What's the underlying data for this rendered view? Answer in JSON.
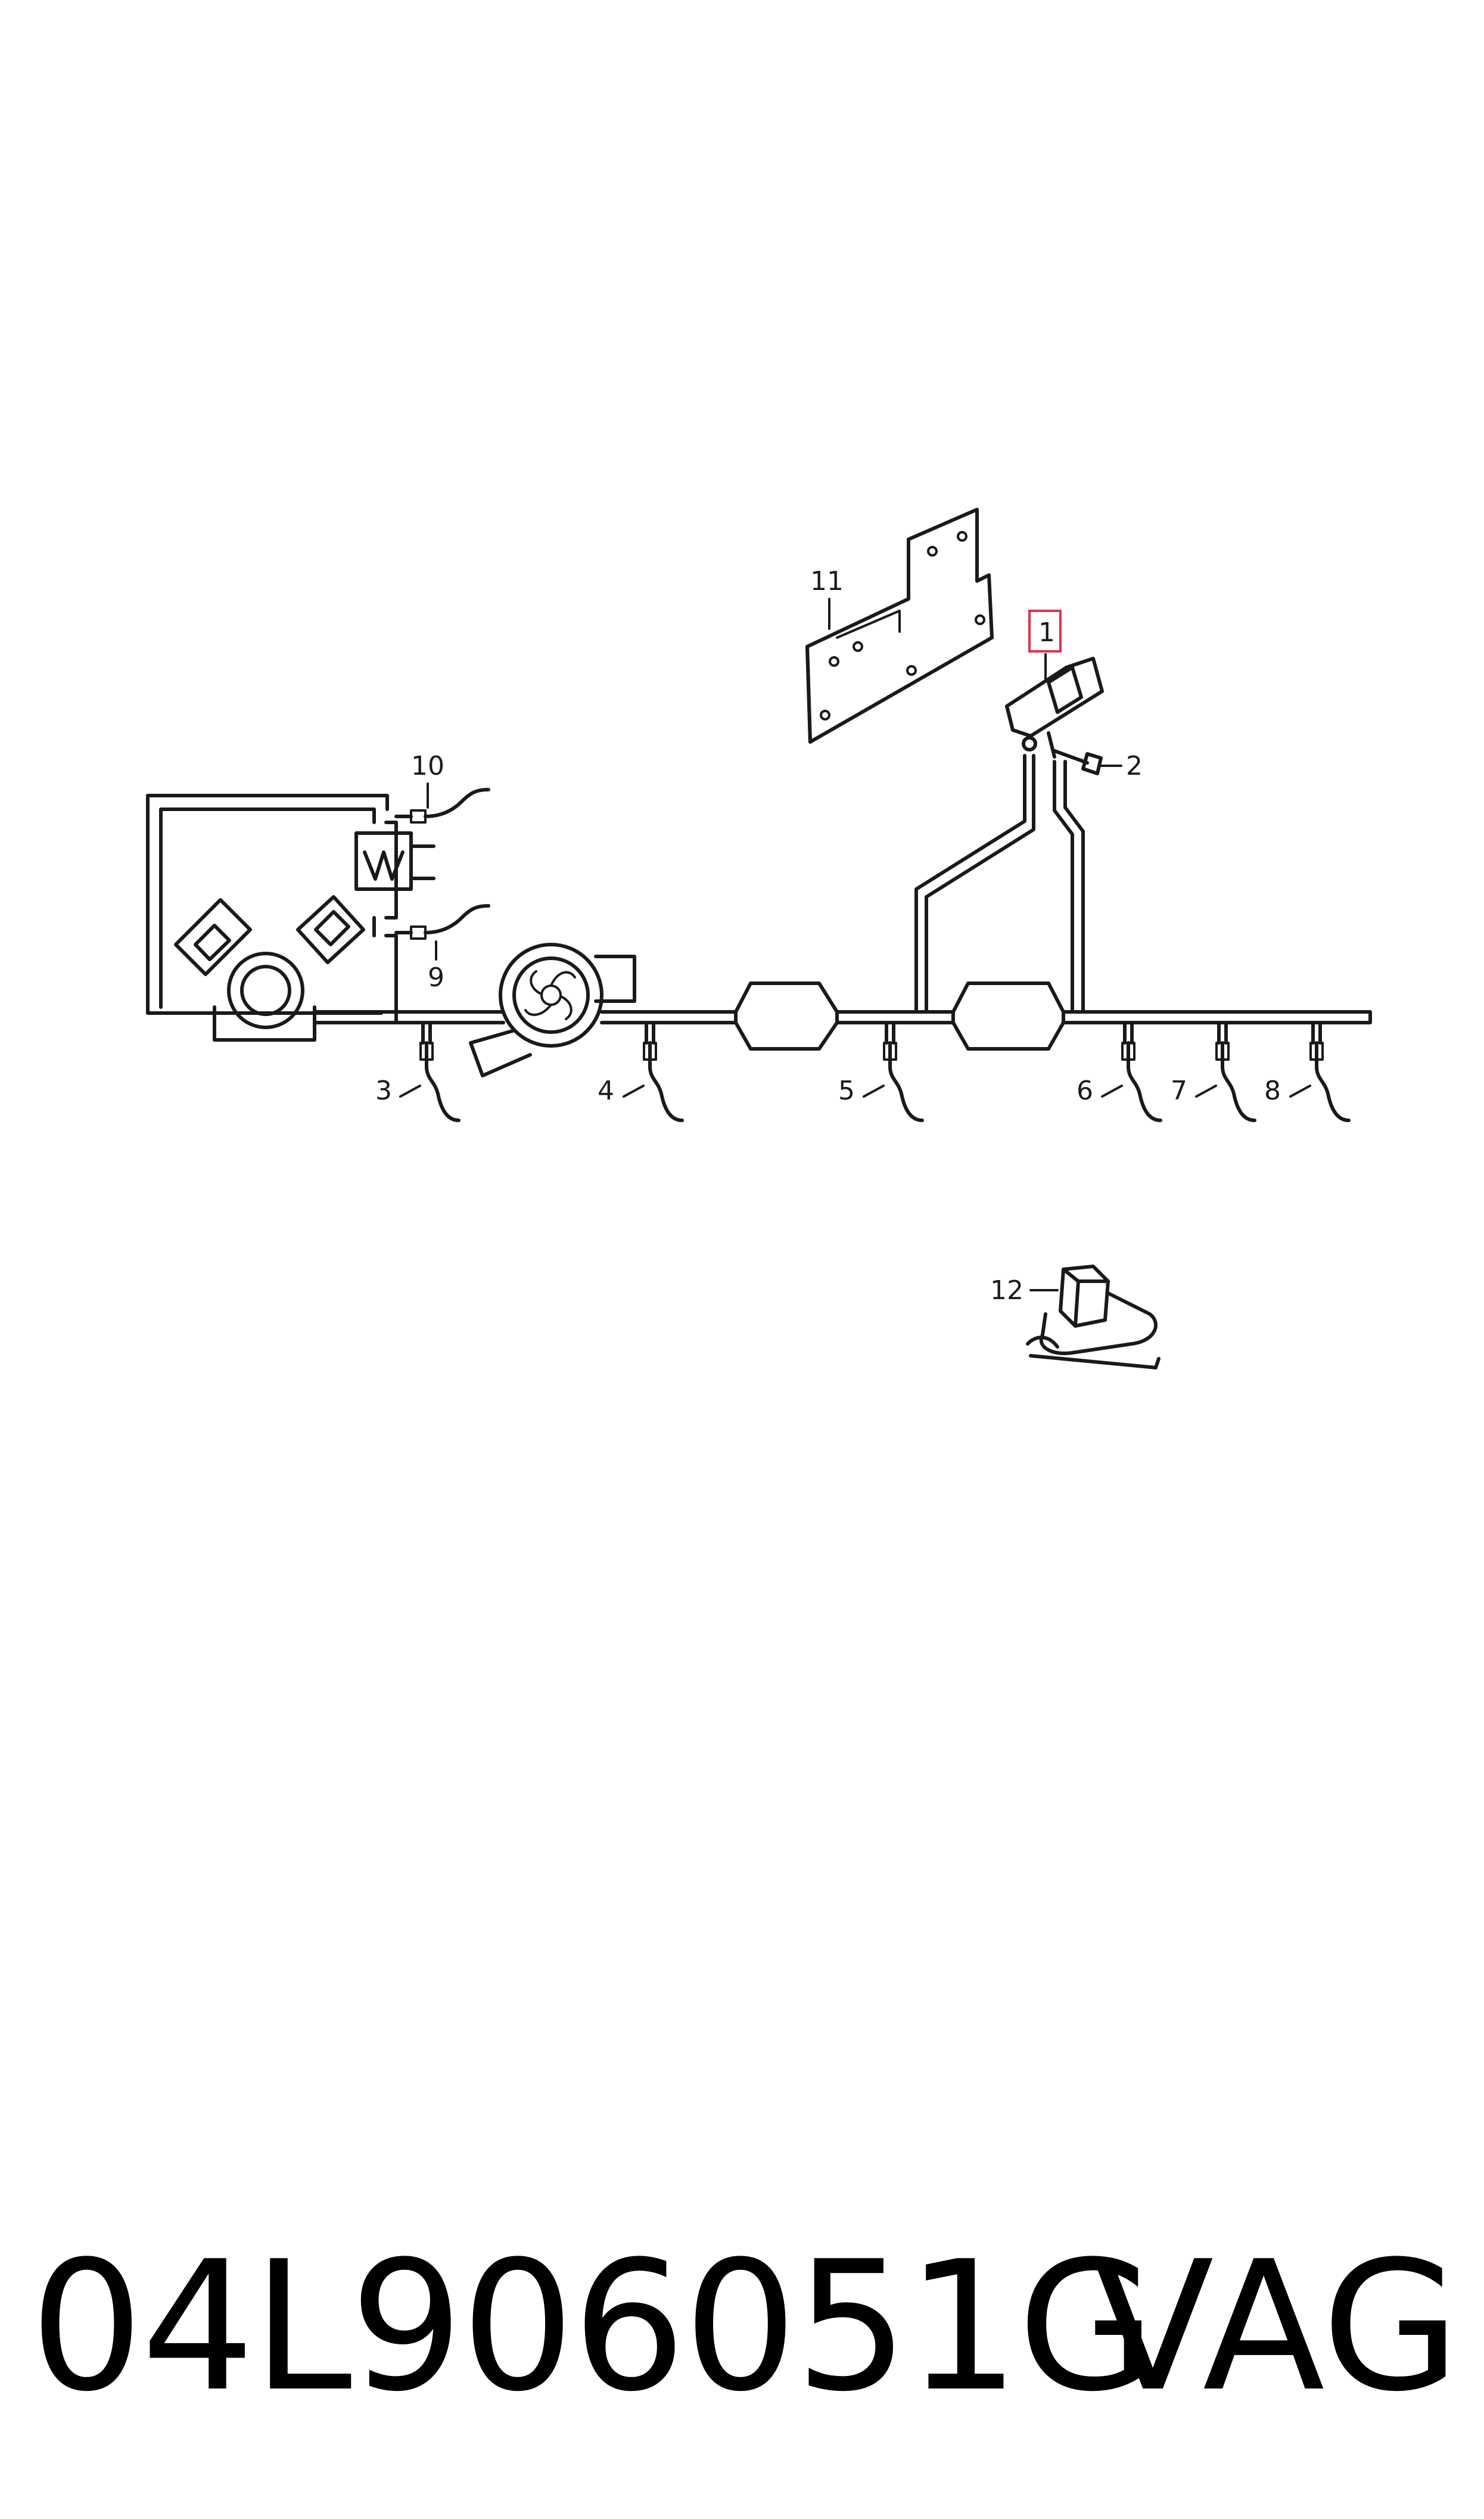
{
  "diagram": {
    "callouts": [
      "1",
      "2",
      "3",
      "4",
      "5",
      "6",
      "7",
      "8",
      "9",
      "10",
      "11",
      "12"
    ],
    "highlighted_callout": "1"
  },
  "footer": {
    "part_number": "04L906051G",
    "brand": "VAG"
  },
  "colors": {
    "line": "#1a1a1a",
    "highlight": "#e0334a",
    "background": "#ffffff"
  }
}
